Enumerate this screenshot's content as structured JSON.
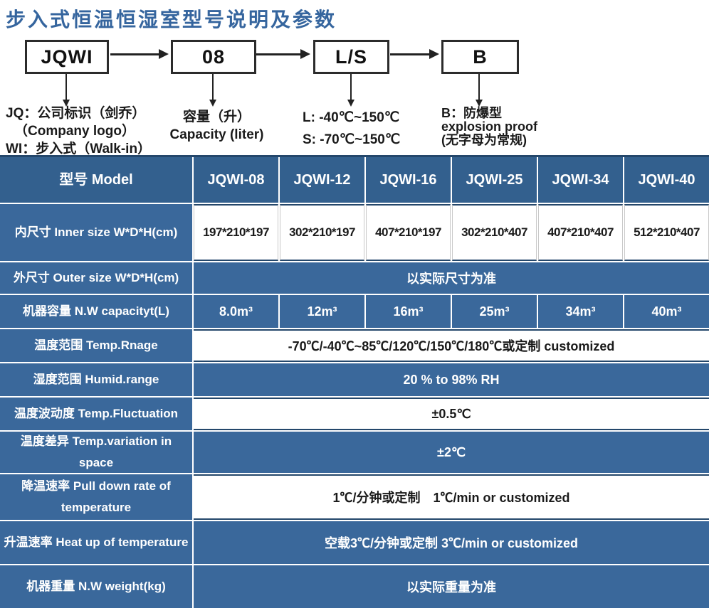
{
  "title": "步入式恒温恒湿室型号说明及参数",
  "diagram": {
    "boxes": {
      "company": "JQWI",
      "capacity": "08",
      "temp_class": "L/S",
      "option": "B"
    },
    "notes": {
      "company": {
        "l1": "JQ：公司标识（剑乔）",
        "l2": "（Company logo）",
        "l3": "WI：步入式（Walk-in）"
      },
      "capacity": {
        "l1": "容量（升）",
        "l2": "Capacity (liter)"
      },
      "temp_class": {
        "l1": "L: -40℃~150℃",
        "l2": "S: -70℃~150℃"
      },
      "option": {
        "l1": "B：防爆型",
        "l2": "explosion proof",
        "l3": "(无字母为常规)"
      }
    }
  },
  "table": {
    "header": {
      "label": "型号 Model",
      "models": [
        "JQWI-08",
        "JQWI-12",
        "JQWI-16",
        "JQWI-25",
        "JQWI-34",
        "JQWI-40"
      ]
    },
    "inner_size": {
      "label": "内尺寸 Inner size W*D*H(cm)",
      "values": [
        "197*210*197",
        "302*210*197",
        "407*210*197",
        "302*210*407",
        "407*210*407",
        "512*210*407"
      ]
    },
    "outer_size": {
      "label": "外尺寸 Outer size W*D*H(cm)",
      "value": "以实际尺寸为准"
    },
    "capacity": {
      "label": "机器容量 N.W capacityt(L)",
      "values": [
        "8.0m³",
        "12m³",
        "16m³",
        "25m³",
        "34m³",
        "40m³"
      ]
    },
    "temp_range": {
      "label": "温度范围 Temp.Rnage",
      "value": "-70℃/-40℃~85℃/120℃/150℃/180℃或定制 customized"
    },
    "humidity": {
      "label": "湿度范围 Humid.range",
      "value": "20 % to 98% RH"
    },
    "fluctuation": {
      "label": "温度波动度 Temp.Fluctuation",
      "value": "±0.5℃"
    },
    "variation": {
      "label": "温度差异 Temp.variation in space",
      "value": "±2℃"
    },
    "pulldown": {
      "label": "降温速率 Pull down rate of temperature",
      "value": "1℃/分钟或定制　1℃/min or customized"
    },
    "heatup": {
      "label": "升温速率 Heat up of temperature",
      "value": "空载3℃/分钟或定制 3℃/min or customized"
    },
    "weight": {
      "label": "机器重量 N.W weight(kg)",
      "value": "以实际重量为准"
    }
  },
  "colors": {
    "title_blue": "#35659e",
    "header_blue": "#33608e",
    "cell_blue": "#3a689b",
    "border_navy": "#24476b"
  }
}
